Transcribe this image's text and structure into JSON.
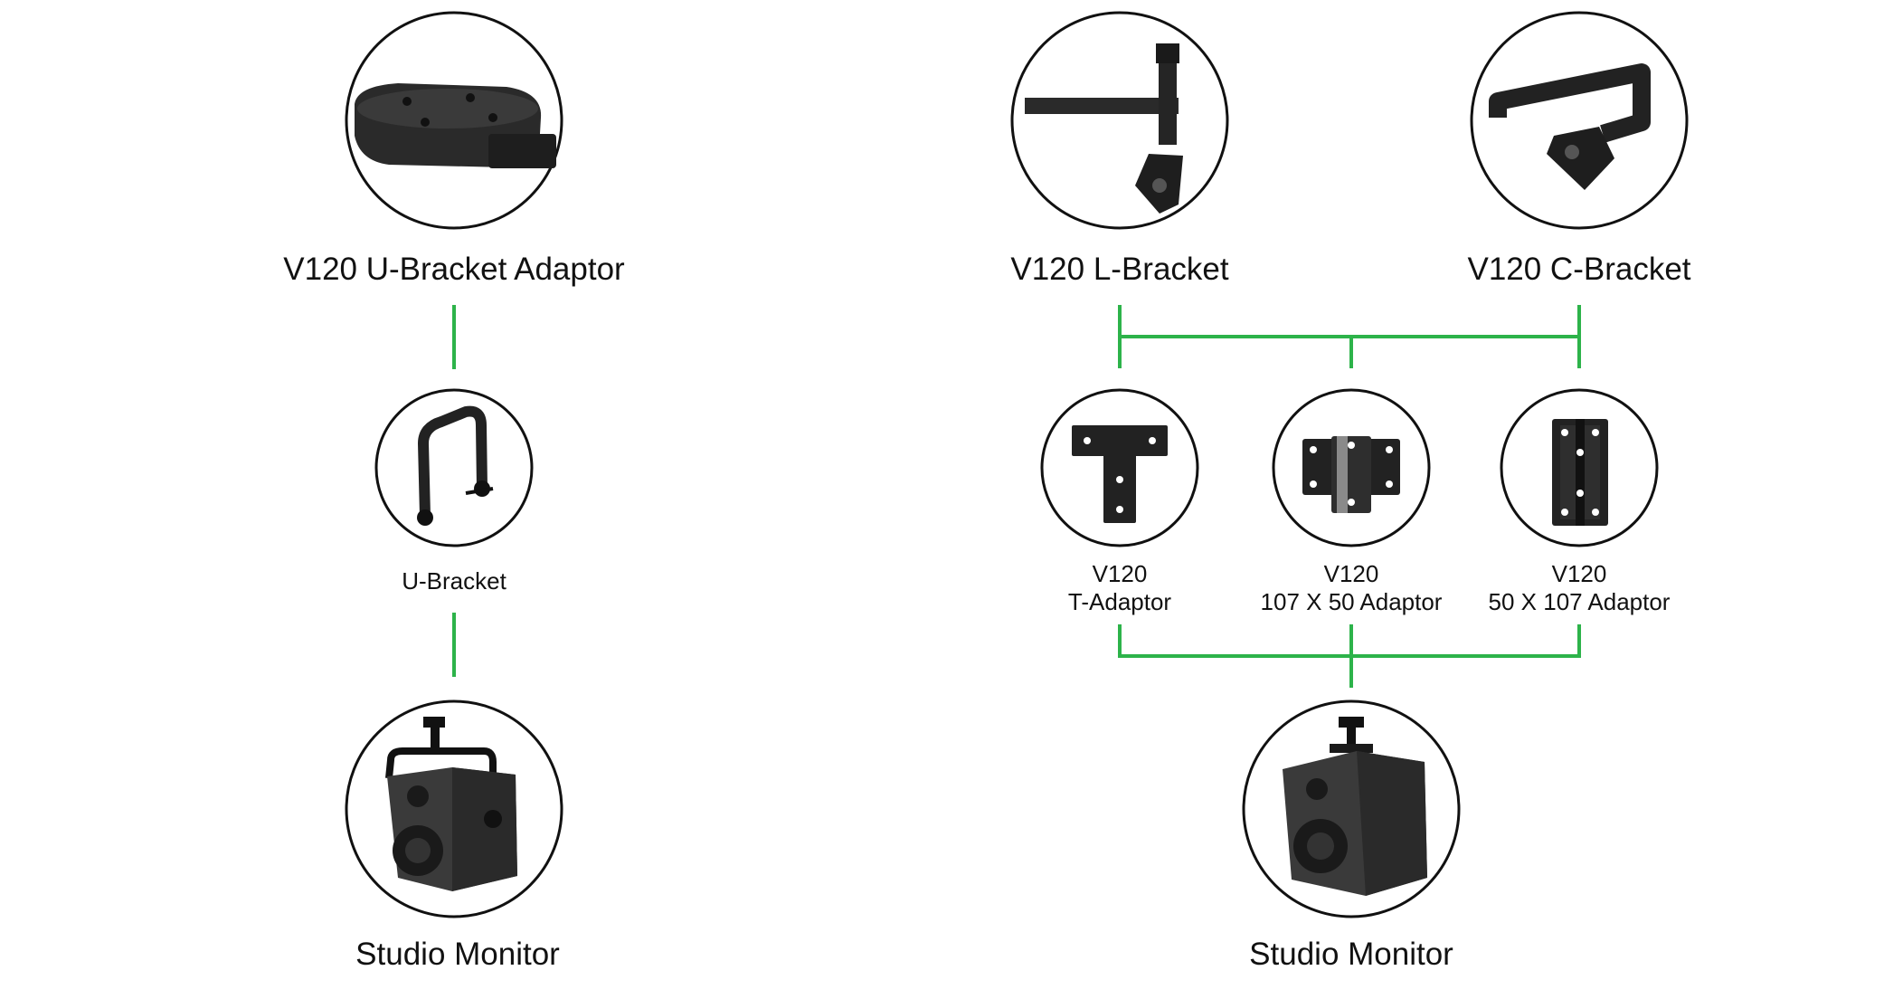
{
  "colors": {
    "connector": "#2db34a",
    "outline": "#111111",
    "metal": "#2b2b2b"
  },
  "left": {
    "top": {
      "label": "V120 U-Bracket Adaptor",
      "icon": "u-bracket-adaptor-plate-icon"
    },
    "middle": {
      "label": "U-Bracket",
      "icon": "u-bracket-icon"
    },
    "bottom": {
      "label": "Studio Monitor",
      "icon": "studio-monitor-with-u-bracket-icon"
    }
  },
  "right": {
    "top_left": {
      "label": "V120 L-Bracket",
      "icon": "l-bracket-icon"
    },
    "top_right": {
      "label": "V120 C-Bracket",
      "icon": "c-bracket-icon"
    },
    "adaptors": [
      {
        "line1": "V120",
        "line2": "T-Adaptor",
        "icon": "t-adaptor-plate-icon"
      },
      {
        "line1": "V120",
        "line2": "107 X 50 Adaptor",
        "icon": "107x50-adaptor-plate-icon"
      },
      {
        "line1": "V120",
        "line2": "50 X 107 Adaptor",
        "icon": "50x107-adaptor-plate-icon"
      }
    ],
    "bottom": {
      "label": "Studio Monitor",
      "icon": "studio-monitor-with-mount-icon"
    }
  }
}
